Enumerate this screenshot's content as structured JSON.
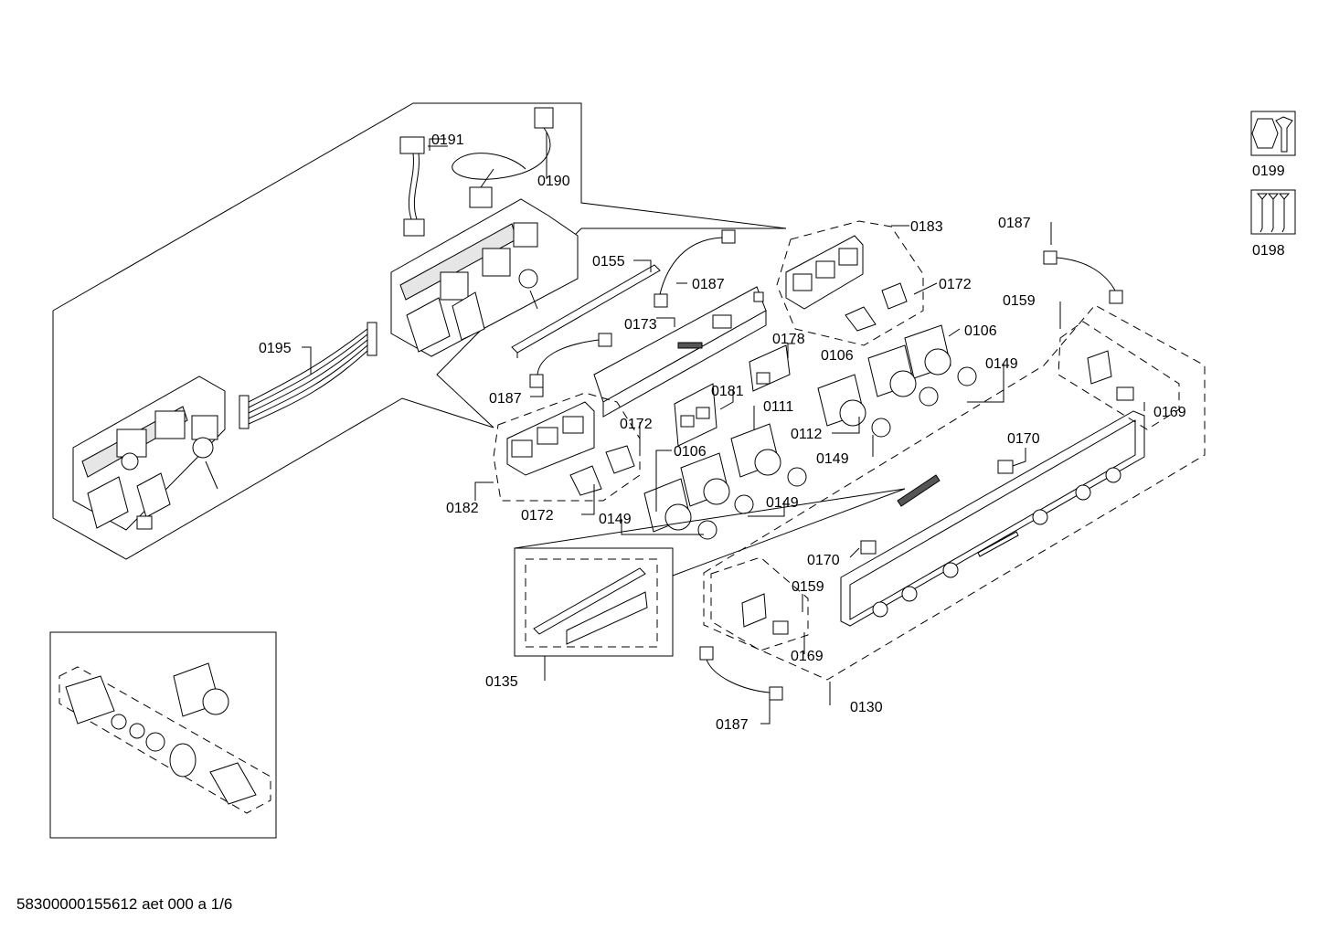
{
  "labels": {
    "p0191": "0191",
    "p0190": "0190",
    "p0195": "0195",
    "p0155": "0155",
    "p0187a": "0187",
    "p0173": "0173",
    "p0187b": "0187",
    "p0183": "0183",
    "p0172a": "0172",
    "p0178": "0178",
    "p0106a": "0106",
    "p0106b": "0106",
    "p0149a": "0149",
    "p0181": "0181",
    "p0111": "0111",
    "p0112": "0112",
    "p0149b": "0149",
    "p0172b": "0172",
    "p0182": "0182",
    "p0172c": "0172",
    "p0106c": "0106",
    "p0149c": "0149",
    "p0149d": "0149",
    "p0187c": "0187",
    "p0159a": "0159",
    "p0169a": "0169",
    "p0170a": "0170",
    "p0170b": "0170",
    "p0159b": "0159",
    "p0169b": "0169",
    "p0130": "0130",
    "p0135": "0135",
    "p0187d": "0187",
    "p0199": "0199",
    "p0198": "0198"
  },
  "icons": {
    "tool": "tool-icon",
    "screws": "screws-icon"
  },
  "footer": {
    "document_id": "58300000155612 aet 000 a 1/6"
  }
}
